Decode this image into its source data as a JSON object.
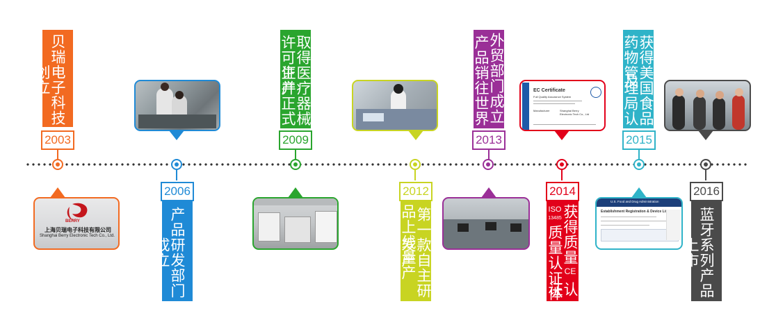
{
  "events": [
    {
      "year": "2003",
      "text": "贝瑞电子科技创立",
      "color": "#f26a21"
    },
    {
      "year": "2006",
      "text": "产品研发部门成立",
      "color": "#1f8ad6"
    },
    {
      "year": "2009",
      "text_right": "取得医疗器械生产",
      "text_left": "许可证并正式投产",
      "color": "#2aa52e"
    },
    {
      "year": "2012",
      "text_left": "品上线量产",
      "text_right": "第一款自主研发产",
      "color": "#c8d422"
    },
    {
      "year": "2013",
      "text_right": "外贸部门成立",
      "text_left": "产品销往世界各地",
      "color": "#9a2f97"
    },
    {
      "year": "2014",
      "text_right": "获得质量",
      "text_right2": "认证",
      "text_left": "质量认证体系",
      "ce": "CE",
      "iso": "ISO",
      "iso_num": "13485",
      "color": "#e2001a"
    },
    {
      "year": "2015",
      "text_right": "获得美国食品及",
      "text_left": "药物管理局认证",
      "color": "#2fb3c8"
    },
    {
      "year": "2016",
      "text": "蓝牙系列产品上市",
      "color": "#4a4a4a"
    }
  ],
  "photos": {
    "sign_en": "Shanghai Berry Electronic Tech Co., Ltd.",
    "sign_cn": "上海贝瑞电子科技有限公司",
    "sign_logo": "BERRY",
    "cert_title": "EC Certificate",
    "cert_sub": "Full Quality Assurance System",
    "cert_manufacturer": "Manufacturer",
    "cert_maker_name": "Shanghai Berry",
    "cert_maker_name2": "Electronic Tech Co., Ltd",
    "fda_header": "U.S. Food and Drug Administration",
    "fda_title": "Establishment Registration & Device Listing"
  },
  "colors": {
    "timeline": "#333333"
  }
}
